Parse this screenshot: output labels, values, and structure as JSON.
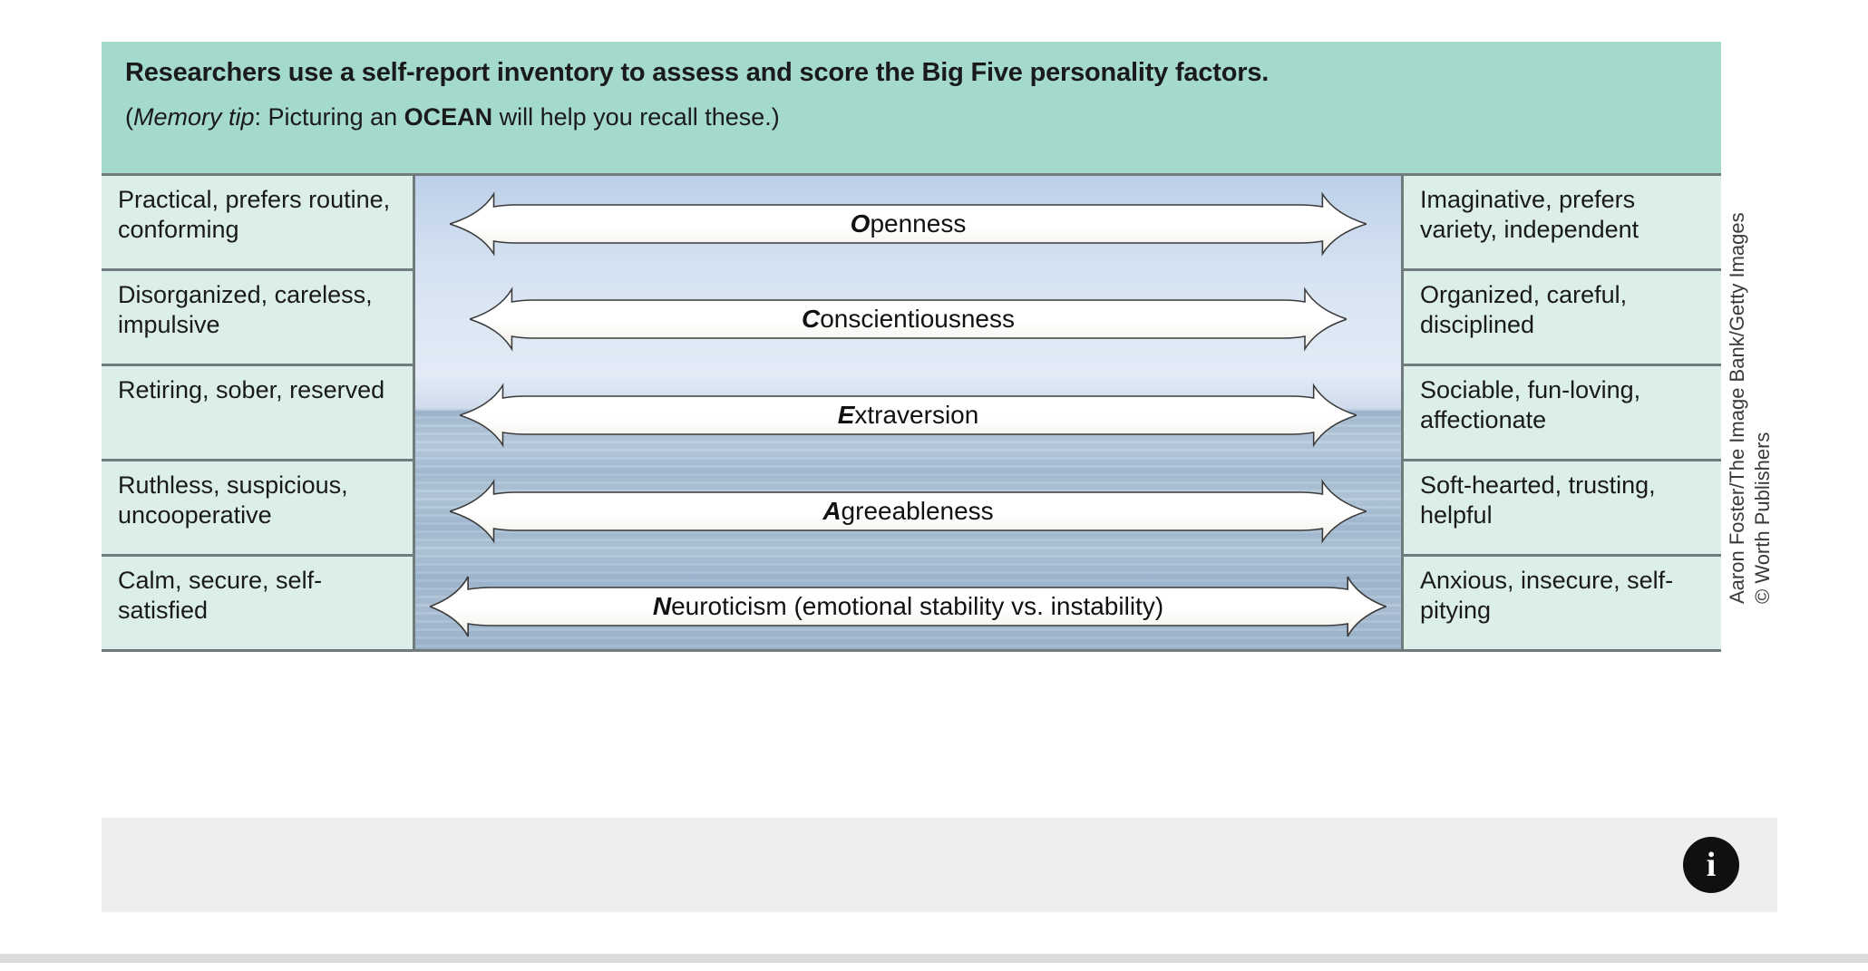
{
  "figure": {
    "header": {
      "title": "Researchers use a self-report inventory to assess and score the Big Five personality factors.",
      "subtitle_prefix": "(",
      "subtitle_italic": "Memory tip",
      "subtitle_mid": ": Picturing an ",
      "subtitle_bold": "OCEAN",
      "subtitle_suffix": " will help you recall these.)"
    },
    "rows": [
      {
        "left": "Practical, prefers routine, conforming",
        "trait_initial": "O",
        "trait_rest": "penness",
        "right": "Imaginative, prefers variety, independent"
      },
      {
        "left": "Disorganized, careless, impulsive",
        "trait_initial": "C",
        "trait_rest": "onscientiousness",
        "right": "Organized, careful, disciplined"
      },
      {
        "left": "Retiring, sober, reserved",
        "trait_initial": "E",
        "trait_rest": "xtraversion",
        "right": "Sociable, fun-loving, affectionate"
      },
      {
        "left": "Ruthless, suspicious, uncooperative",
        "trait_initial": "A",
        "trait_rest": "greeableness",
        "right": "Soft-hearted, trusting, helpful"
      },
      {
        "left": "Calm, secure, self-satisfied",
        "trait_initial": "N",
        "trait_rest": "euroticism (emotional stability vs. instability)",
        "right": "Anxious, insecure, self-pitying"
      }
    ],
    "credit": {
      "line1": "Aaron Foster/The Image Bank/Getty Images",
      "line2": "© Worth Publishers"
    },
    "colors": {
      "header_band": "#a4d9cd",
      "cell_background": "#dbeee8",
      "cell_border": "#6f7b7c",
      "footer_strip": "#eeeeee",
      "info_button": "#101010"
    }
  },
  "footer": {
    "info_icon_label": "i"
  }
}
